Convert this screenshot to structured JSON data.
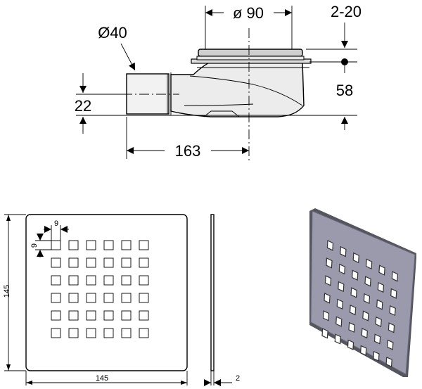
{
  "side_view": {
    "dim_diameter_top": "ø 90",
    "dim_adjust": "2-20",
    "dim_outlet": "Ø40",
    "dim_height": "58",
    "dim_outlet_height": "22",
    "dim_length": "163"
  },
  "grate_drawing": {
    "dim_hole_w": "9",
    "dim_hole_h": "9",
    "dim_height": "145",
    "dim_width": "145",
    "dim_thickness": "2",
    "hole_grid": {
      "rows": 6,
      "cols": 6
    }
  },
  "colors": {
    "line": "#000000",
    "grate_face": "#9a9aac",
    "grate_edge": "#55555f",
    "grate_hole": "#ffffff",
    "body_fill": "#e8e8e8"
  }
}
